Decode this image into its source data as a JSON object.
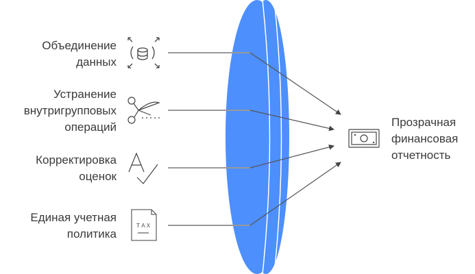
{
  "inputs": [
    {
      "label_line1": "Объединение",
      "label_line2": "данных",
      "icon": "database-expand-icon"
    },
    {
      "label_line1": "Устранение",
      "label_line2": "внутригрупповых",
      "label_line3": "операций",
      "icon": "scissors-icon"
    },
    {
      "label_line1": "Корректировка",
      "label_line2": "оценок",
      "icon": "spell-check-icon"
    },
    {
      "label_line1": "Единая учетная",
      "label_line2": "политика",
      "icon": "tax-document-icon"
    }
  ],
  "output": {
    "label_line1": "Прозрачная",
    "label_line2": "финансовая",
    "label_line3": "отчетность",
    "icon": "banknote-icon"
  },
  "tax_text": "TAX",
  "colors": {
    "lens": "#4D8FFC",
    "line": "#808080",
    "arrow": "#444444"
  }
}
